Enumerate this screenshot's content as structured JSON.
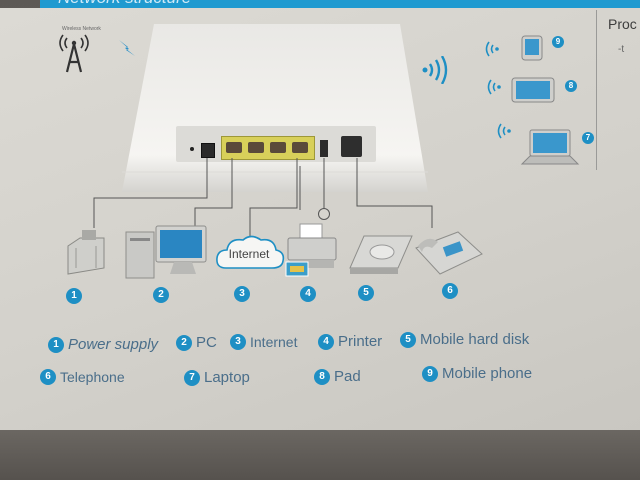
{
  "header": {
    "title": "Network structure",
    "side_title": "Proc",
    "side_fragment": "-t"
  },
  "tower_label": "Wireless Network",
  "cloud_label": "Internet",
  "device_numbers": [
    "1",
    "2",
    "3",
    "4",
    "5",
    "6"
  ],
  "wifi_numbers": [
    "9",
    "8",
    "7"
  ],
  "legend": [
    {
      "num": "1",
      "label": "Power supply"
    },
    {
      "num": "2",
      "label": "PC"
    },
    {
      "num": "3",
      "label": "Internet"
    },
    {
      "num": "4",
      "label": "Printer"
    },
    {
      "num": "5",
      "label": "Mobile hard disk"
    },
    {
      "num": "6",
      "label": "Telephone"
    },
    {
      "num": "7",
      "label": "Laptop"
    },
    {
      "num": "8",
      "label": "Pad"
    },
    {
      "num": "9",
      "label": "Mobile phone"
    }
  ],
  "colors": {
    "accent": "#1e8fc4",
    "legend_text": "#4a6e8a",
    "paper": "#dad8d2",
    "router": "#f2f1ee",
    "port": "#d8d05a"
  }
}
